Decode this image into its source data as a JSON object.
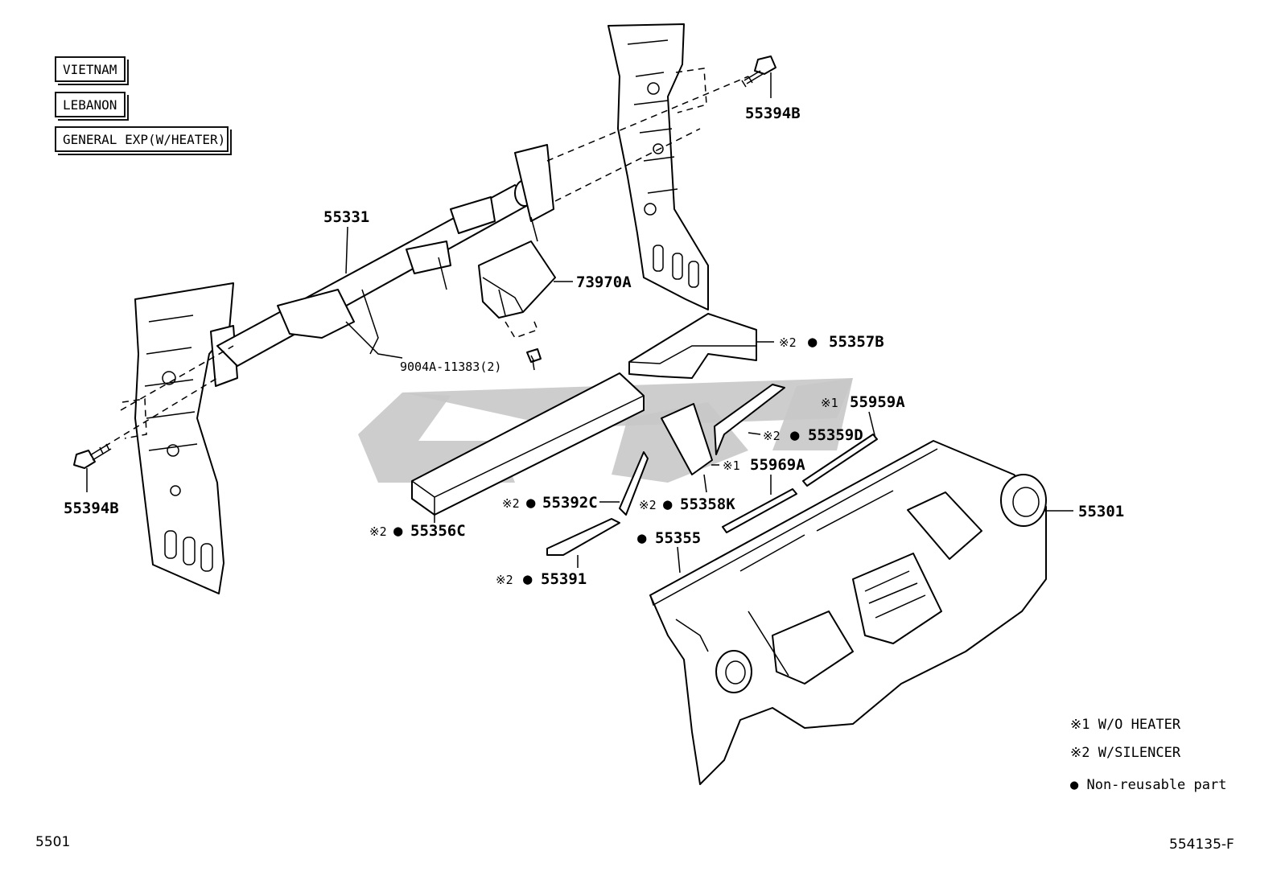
{
  "regions": [
    "VIETNAM",
    "LEBANON",
    "GENERAL EXP(W/HEATER)"
  ],
  "parts": {
    "bolt_right": "55394B",
    "bolt_left": "55394B",
    "reinforcement": "55331",
    "airbag": "73970A",
    "screw": "9004A-11383(2)",
    "silencer_b": "55357B",
    "defroster_a": "55959A",
    "silencer_d": "55359D",
    "defroster_a2": "55969A",
    "panel": "55301",
    "silencer_c": "55356C",
    "silencer_392c": "55392C",
    "silencer_358k": "55358K",
    "part_355": "55355",
    "silencer_391": "55391"
  },
  "marks": {
    "note1": "※1",
    "note2": "※2",
    "dot": "●"
  },
  "legend": {
    "note1": "※1 W/O HEATER",
    "note2": "※2 W/SILENCER",
    "nonreusable": "● Non-reusable part"
  },
  "footer": {
    "left_code": "5501",
    "right_code": "554135-F"
  },
  "watermark_color": "#c8c8c8"
}
